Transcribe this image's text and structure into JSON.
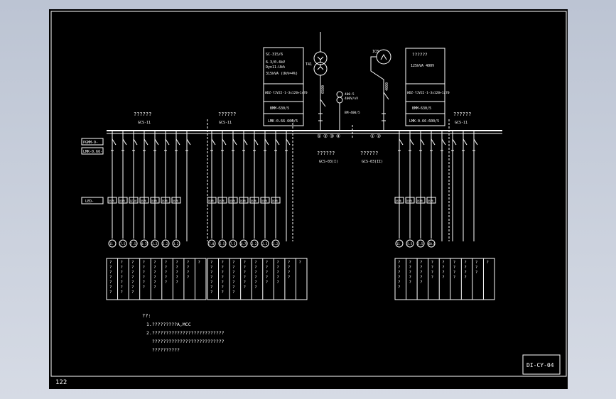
{
  "sheet_number": "122",
  "drawing_code": "DI-CY-04",
  "transformer_left": {
    "tag": "T41",
    "specs": [
      "SC-315/6",
      "6.3/0.4kV",
      "Dyn11-Uk%",
      "315kVA  (Uk%=4%)"
    ],
    "breaker": "WDZ-YJV22-1-3x120+1x70",
    "ct_rating": "BMM-630/5",
    "meter": "LMK-0.66-600/5"
  },
  "transformer_right": {
    "tag": "ICB",
    "title": "??????",
    "specs": [
      "125kVA  400V"
    ],
    "breaker": "WDZ-YJV22-1-3x120+1x70",
    "ct_rating": "BMM-630/5",
    "meter": "LMK-0.66-600/5"
  },
  "voltage_tx": {
    "label1": "400-5",
    "label2": "400V/nV"
  },
  "left_tx_vertical": "6500",
  "right_tx_vertical": "4000",
  "bus_tag": "BM-400/5",
  "left_panel_ids": [
    "①",
    "②",
    "③",
    "④"
  ],
  "right_panel_ids": [
    "①",
    "②"
  ],
  "sections": [
    {
      "title": "??????",
      "code": "GCS-11"
    },
    {
      "title": "??????",
      "code": "GCS-11"
    },
    {
      "title": "??????",
      "code": "GCS-03(I)"
    },
    {
      "title": "??????",
      "code": "GCS-03(II)"
    },
    {
      "title": "??????",
      "code": "GCS-11"
    }
  ],
  "left_labels": [
    "PGMM-9-",
    "LMK-0.66-",
    "LED-"
  ],
  "feeder_groups": [
    {
      "boxes": [
        "DSWB",
        "DSWB",
        "DZ20E",
        "DSWB",
        "DSWB",
        "DSWB",
        "DSWB"
      ],
      "loads": [
        "11",
        "7.5",
        "7.5",
        "0.75",
        "3.2",
        "3.2",
        "3.2"
      ],
      "extra": 1
    },
    {
      "boxes": [
        "DSWB",
        "DSWB",
        "DSWB",
        "DSWB",
        "DSWB",
        "DSWB",
        "DSWB"
      ],
      "loads": [
        "7.0",
        "5.5",
        "7.5",
        "0.75",
        "2.2",
        "2.2",
        "3.2"
      ],
      "extra": 1
    },
    {
      "boxes": [
        "DSWB",
        "DSWB",
        "DSWB",
        "DSWB"
      ],
      "loads": [
        "11",
        "5.5",
        "5.5",
        "60.0"
      ],
      "extra": 4
    }
  ],
  "table_cells": {
    "left": [
      "?\n?\n?\n?\n?\n?\n?",
      "?\n?\n?\n?\n?\n?\n?",
      "?\n?\n?\n?\n?\n?\n?",
      "?\n?\n?\n?\n?\n?",
      "?\n?\n?\n?\n?\n?",
      "?\n?\n?\n?\n?",
      "?\n?\n?\n?\n?",
      "?\n?\n?\n?",
      "?"
    ],
    "mid": [
      "?\n?\n?\n?\n?\n?\n?",
      "?\n?\n?\n?\n?\n?\n?",
      "?\n?\n?\n?\n?\n?\n?",
      "?\n?\n?\n?\n?\n?",
      "?\n?\n?\n?\n?\n?",
      "?\n?\n?\n?\n?",
      "?\n?\n?\n?\n?",
      "?\n?\n?\n?",
      "?"
    ],
    "right": [
      "?\n?\n?\n?\n?\n?",
      "?\n?\n?\n?\n?",
      "?\n?\n?\n?\n?",
      "?\n?\n?\n?",
      "?\n?\n?\n?",
      "?\n?\n?\n?",
      "?\n?\n?\n?",
      "?\n?\n?",
      "?"
    ]
  },
  "notes": {
    "title": "??:",
    "lines": [
      "1.?????????A,MCC",
      "2.??????????????????????????",
      "  ??????????????????????????",
      "  ??????????"
    ]
  }
}
